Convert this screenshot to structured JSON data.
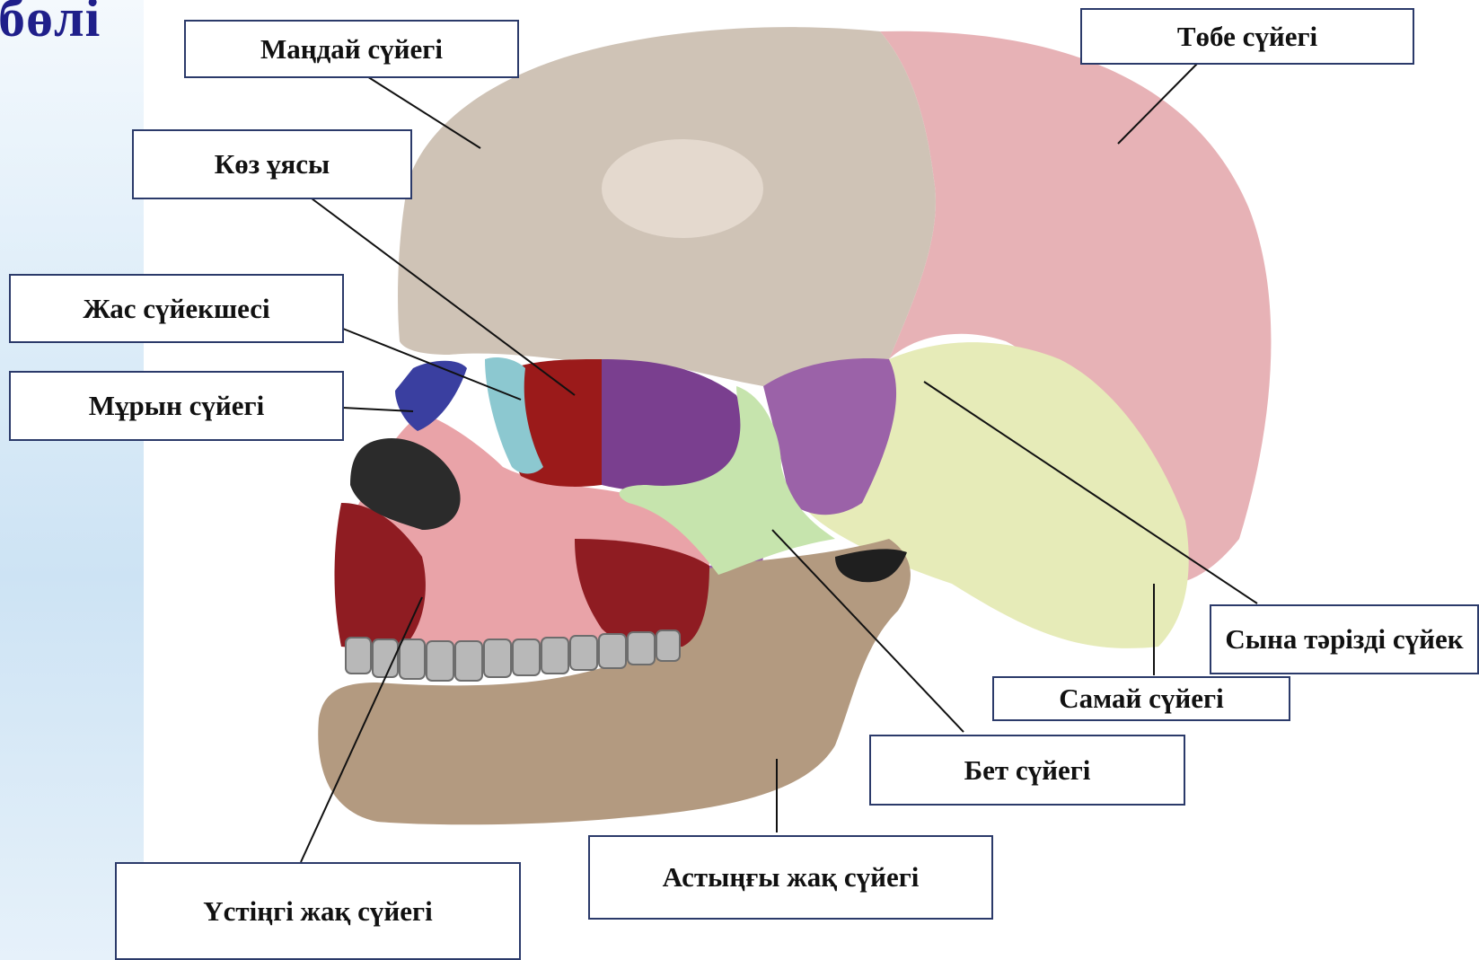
{
  "title_fragment": "бөлі",
  "labels": {
    "frontal": "Маңдай сүйегі",
    "parietal": "Төбе сүйегі",
    "orbit": "Көз ұясы",
    "lacrimal": "Жас сүйекшесі",
    "nasal": "Мұрын сүйегі",
    "sphenoid": "Сына тәрізді сүйек",
    "temporal": "Самай  сүйегі",
    "zygomatic": "Бет сүйегі",
    "mandible": "Астыңғы жақ сүйегі",
    "maxilla": "Үстіңгі жақ сүйегі"
  },
  "colors": {
    "frontal": "#cfc3b6",
    "parietal": "#e7b2b6",
    "temporal": "#e6ebb8",
    "sphenoid": "#9b62a8",
    "zygomatic": "#c6e4ad",
    "maxilla": "#e9a3a8",
    "maxilla_dark": "#8f1c22",
    "orbit_red": "#9b1a1a",
    "orbit_purple": "#7a3f8f",
    "lacrimal": "#8cc8d0",
    "nasal": "#3a3fa0",
    "mandible": "#b39a80",
    "teeth": "#b8b8b8"
  }
}
